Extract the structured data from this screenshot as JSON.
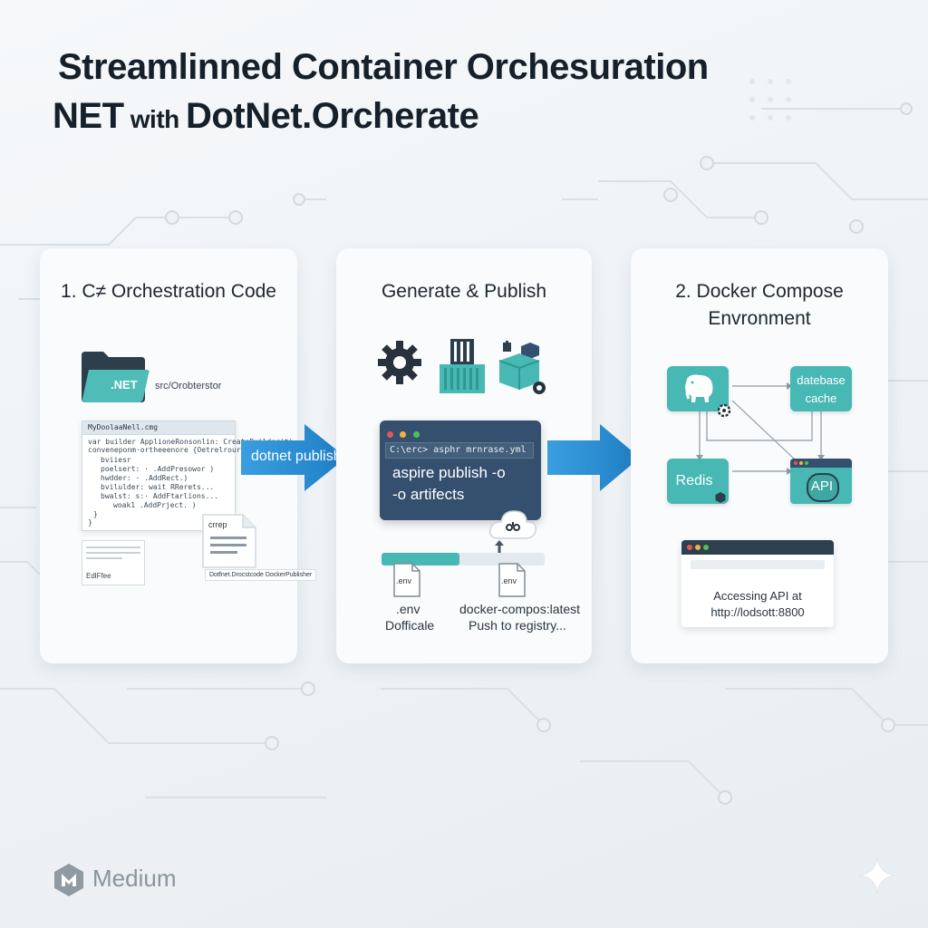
{
  "header": {
    "title_line1": "Streamlinned Container Orchesuration",
    "title_line2_prefix": "NET",
    "title_line2_mid": " with ",
    "title_line2_suffix": "DotNet.Orcherate"
  },
  "step1": {
    "title": "1. C≠ Orchestration Code",
    "folder_badge": ".NET",
    "folder_path": "src/Orobterstor",
    "code_file_title": "MyDoolaaNell.cmg",
    "code_lines": [
      "var builder ApplioneRonsonlin: CreateBuilder(t)",
      "conveneponm·ortheeenore {Oetrelrour }",
      "bviiesr",
      "poelsert: · .AddPresowor )",
      "hwdder: · .AddRect.)",
      "bvilulder: wait RRerets...",
      "bwalst: s:· AddFtarlions...",
      "woak1 .AddPrject. )",
      "}",
      "}"
    ],
    "small_file_label": "EdlFfee",
    "doc_label": "crrep",
    "doc_caption": "Dotfnet.Drocstcode DockerPublisher"
  },
  "arrow1": {
    "label": "dotnet publish"
  },
  "step_mid": {
    "title": "Generate & Publish",
    "terminal_prompt": "C:\\erc> asphr mrnrase.yml",
    "terminal_cmd_line1": "aspire publish -o",
    "terminal_cmd_line2": "-o artifects",
    "file1_label": ".env",
    "file1_caption_line1": ".env",
    "file1_caption_line2": "Dofficale",
    "file2_label": ".env",
    "file2_caption_line1": "docker-compos:latest",
    "file2_caption_line2": "Push to registry...",
    "progress": 0.48
  },
  "step2": {
    "title_line1": "2. Docker Compose",
    "title_line2": "Envronment",
    "node_db_line1": "datebase",
    "node_db_line2": "cache",
    "node_redis": "Redis",
    "node_api": "API",
    "browser_text_line1": "Accessing API at",
    "browser_text_line2": "http://lodsott:8800"
  },
  "footer": {
    "brand": "Medium"
  },
  "colors": {
    "teal": "#48b8b4",
    "arrow_blue": "#2e8fd1",
    "terminal": "#34506e",
    "title": "#15202a"
  }
}
